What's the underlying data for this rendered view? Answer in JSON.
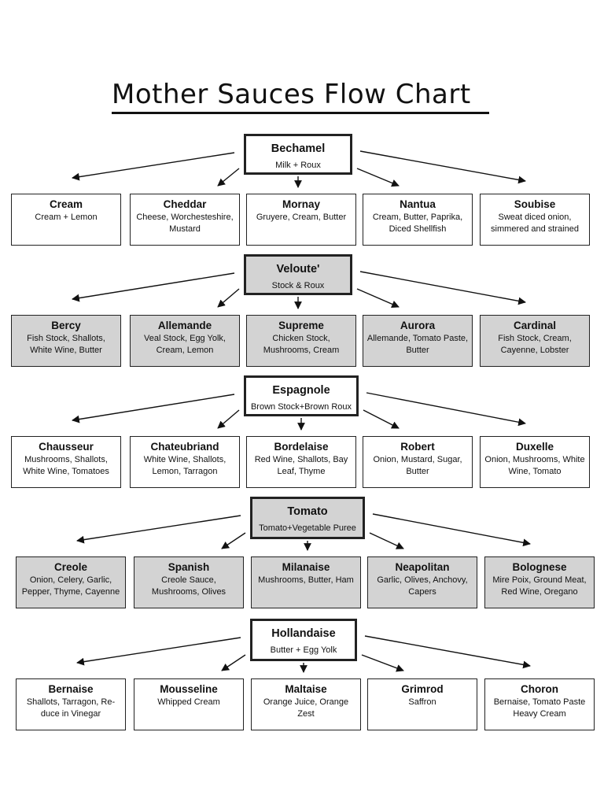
{
  "title": "Mother Sauces Flow Chart",
  "sections": [
    {
      "mother": {
        "name": "Bechamel",
        "desc": "Milk + Roux"
      },
      "shaded": false,
      "children": [
        {
          "name": "Cream",
          "desc": "Cream + Lemon"
        },
        {
          "name": "Cheddar",
          "desc": "Cheese, Worchesteshire, Mustard"
        },
        {
          "name": "Mornay",
          "desc": "Gruyere, Cream, Butter"
        },
        {
          "name": "Nantua",
          "desc": "Cream, Butter, Paprika, Diced Shellfish"
        },
        {
          "name": "Soubise",
          "desc": "Sweat diced onion, simmered and strained"
        }
      ]
    },
    {
      "mother": {
        "name": "Veloute'",
        "desc": "Stock & Roux"
      },
      "shaded": true,
      "children": [
        {
          "name": "Bercy",
          "desc": "Fish Stock, Shallots, White Wine, Butter"
        },
        {
          "name": "Allemande",
          "desc": "Veal Stock, Egg Yolk, Cream, Lemon"
        },
        {
          "name": "Supreme",
          "desc": "Chicken Stock, Mushrooms, Cream"
        },
        {
          "name": "Aurora",
          "desc": "Allemande, Tomato Paste, Butter"
        },
        {
          "name": "Cardinal",
          "desc": "Fish Stock, Cream, Cayenne, Lobster"
        }
      ]
    },
    {
      "mother": {
        "name": "Espagnole",
        "desc": "Brown Stock+Brown Roux"
      },
      "shaded": false,
      "children": [
        {
          "name": "Chausseur",
          "desc": "Mushrooms, Shallots, White Wine, Tomatoes"
        },
        {
          "name": "Chateubriand",
          "desc": "White Wine, Shallots, Lemon, Tarragon"
        },
        {
          "name": "Bordelaise",
          "desc": "Red Wine, Shallots, Bay Leaf, Thyme"
        },
        {
          "name": "Robert",
          "desc": "Onion, Mustard, Sugar, Butter"
        },
        {
          "name": "Duxelle",
          "desc": "Onion, Mushrooms, White Wine, Tomato"
        }
      ]
    },
    {
      "mother": {
        "name": "Tomato",
        "desc": "Tomato+Vegetable Puree"
      },
      "shaded": true,
      "children": [
        {
          "name": "Creole",
          "desc": "Onion, Celery, Garlic, Pepper, Thyme, Cayenne"
        },
        {
          "name": "Spanish",
          "desc": "Creole Sauce, Mushrooms, Olives"
        },
        {
          "name": "Milanaise",
          "desc": "Mushrooms, Butter, Ham"
        },
        {
          "name": "Neapolitan",
          "desc": "Garlic, Olives, Anchovy, Capers"
        },
        {
          "name": "Bolognese",
          "desc": "Mire Poix, Ground Meat, Red Wine, Oregano"
        }
      ]
    },
    {
      "mother": {
        "name": "Hollandaise",
        "desc": "Butter + Egg Yolk"
      },
      "shaded": false,
      "children": [
        {
          "name": "Bernaise",
          "desc": "Shallots, Tarragon, Re-duce in Vinegar"
        },
        {
          "name": "Mousseline",
          "desc": "Whipped Cream"
        },
        {
          "name": "Maltaise",
          "desc": "Orange Juice, Orange Zest"
        },
        {
          "name": "Grimrod",
          "desc": "Saffron"
        },
        {
          "name": "Choron",
          "desc": "Bernaise, Tomato Paste Heavy Cream"
        }
      ]
    }
  ]
}
